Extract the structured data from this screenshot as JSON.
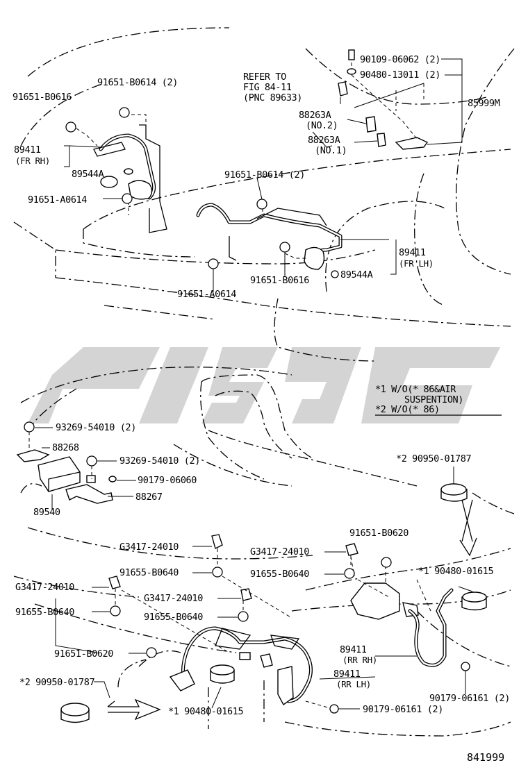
{
  "figure_number": "841999",
  "watermark_text": "",
  "refer": {
    "line1": "REFER TO",
    "line2": "FIG 84-11",
    "line3": "(PNC 89633)"
  },
  "notes": {
    "note1_line1": "*1 W/O(* 86&AIR",
    "note1_line2": "SUSPENTION)",
    "note2": "*2 W/O(* 86)"
  },
  "front_labels": {
    "p90109": "90109-06062 (2)",
    "p90480_13011": "90480-13011 (2)",
    "p85999m": "85999M",
    "p88263a_no2": "88263A",
    "no2": "(NO.2)",
    "p88263a_no1": "88263A",
    "no1": "(NO.1)",
    "p91651_b0614_top": "91651-B0614 (2)",
    "p91651_b0616_top": "91651-B0616",
    "p89411_fr_rh": "89411",
    "fr_rh": "(FR RH)",
    "p89544a_rh": "89544A",
    "p91651_a0614_left": "91651-A0614",
    "p91651_b0614_mid": "91651-B0614 (2)",
    "p89411_fr_lh": "89411",
    "fr_lh": "(FR LH)",
    "p89544a_lh": "89544A",
    "p91651_b0616_mid": "91651-B0616",
    "p91651_a0614_bottom": "91651-A0614"
  },
  "mid_labels": {
    "p93269_a": "93269-54010 (2)",
    "p88268": "88268",
    "p93269_b": "93269-54010 (2)",
    "p90179_06060": "90179-06060",
    "p88267": "88267",
    "p89540": "89540",
    "p90950_top": "*2 90950-01787"
  },
  "rear_labels": {
    "g3417_a": "G3417-24010",
    "g3417_b": "G3417-24010",
    "p91651_b0620_right": "91651-B0620",
    "p91655_a": "91655-B0640",
    "p91655_b": "91655-B0640",
    "p90480_01615_right": "*1 90480-01615",
    "g3417_c": "G3417-24010",
    "g3417_d": "G3417-24010",
    "p91655_c": "91655-B0640",
    "p91655_d": "91655-B0640",
    "p89411_rr_rh": "89411",
    "rr_rh": "(RR RH)",
    "p91651_b0620_left": "91651-B0620",
    "p89411_rr_lh": "89411",
    "rr_lh": "(RR LH)",
    "p90950_left": "*2 90950-01787",
    "p90179_06161_right": "90179-06161 (2)",
    "p90480_01615_bottom": "*1 90480-01615",
    "p90179_06161_bottom": "90179-06161 (2)"
  }
}
